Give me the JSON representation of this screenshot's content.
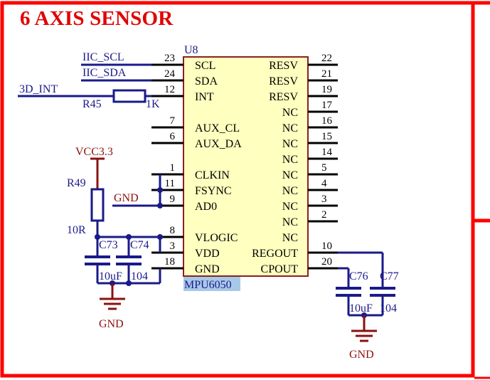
{
  "title": "6 AXIS SENSOR",
  "colors": {
    "frame": "#ff0000",
    "body": "#ffffc0",
    "body_border": "#8b2020",
    "wire": "#1a1a8a",
    "text": "#1a1a8a",
    "power": "#8b1010",
    "highlight": "#a8c8e8"
  },
  "chip": {
    "ref": "U8",
    "part": "MPU6050",
    "left_pins": [
      {
        "num": "23",
        "name": "SCL"
      },
      {
        "num": "24",
        "name": "SDA"
      },
      {
        "num": "12",
        "name": "INT"
      },
      {
        "num": "",
        "name": ""
      },
      {
        "num": "7",
        "name": "AUX_CL"
      },
      {
        "num": "6",
        "name": "AUX_DA"
      },
      {
        "num": "",
        "name": ""
      },
      {
        "num": "1",
        "name": "CLKIN"
      },
      {
        "num": "11",
        "name": "FSYNC"
      },
      {
        "num": "9",
        "name": "AD0"
      },
      {
        "num": "",
        "name": ""
      },
      {
        "num": "8",
        "name": "VLOGIC"
      },
      {
        "num": "3",
        "name": "VDD"
      },
      {
        "num": "18",
        "name": "GND"
      }
    ],
    "right_pins": [
      {
        "num": "22",
        "name": "RESV"
      },
      {
        "num": "21",
        "name": "RESV"
      },
      {
        "num": "19",
        "name": "RESV"
      },
      {
        "num": "17",
        "name": "NC"
      },
      {
        "num": "16",
        "name": "NC"
      },
      {
        "num": "15",
        "name": "NC"
      },
      {
        "num": "14",
        "name": "NC"
      },
      {
        "num": "5",
        "name": "NC"
      },
      {
        "num": "4",
        "name": "NC"
      },
      {
        "num": "3",
        "name": "NC"
      },
      {
        "num": "2",
        "name": "NC"
      },
      {
        "num": "",
        "name": "NC"
      },
      {
        "num": "10",
        "name": "REGOUT"
      },
      {
        "num": "20",
        "name": "CPOUT"
      }
    ]
  },
  "nets": {
    "scl": "IIC_SCL",
    "sda": "IIC_SDA",
    "int": "3D_INT",
    "gnd_ad0": "GND",
    "vcc": "VCC3.3"
  },
  "components": {
    "r45": {
      "ref": "R45",
      "value": "1K"
    },
    "r49": {
      "ref": "R49",
      "value": "10R"
    },
    "c73": {
      "ref": "C73",
      "value": "10uF"
    },
    "c74": {
      "ref": "C74",
      "value": "104"
    },
    "c76": {
      "ref": "C76",
      "value": "10uF"
    },
    "c77": {
      "ref": "C77",
      "value": "104"
    }
  },
  "grounds": {
    "left": "GND",
    "right": "GND"
  }
}
